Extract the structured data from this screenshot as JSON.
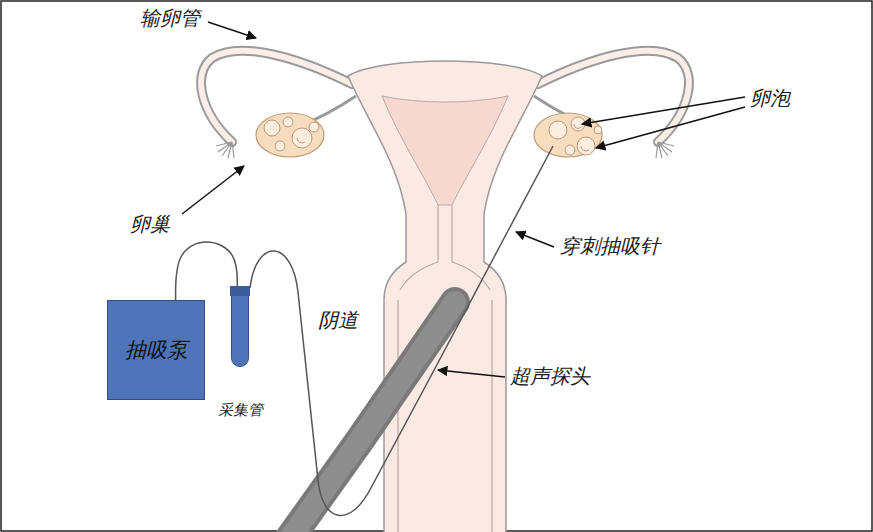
{
  "diagram": {
    "nodes": [
      {
        "text": [
          "抽吸泵"
        ]
      },
      {
        "text": [
          "采集管"
        ]
      }
    ],
    "edges": [
      {
        "from": 0,
        "to": 1,
        "arrow": "none"
      }
    ],
    "labels": [
      "输卵管",
      "卵泡",
      "卵巢",
      "穿刺抽吸针",
      "阴道",
      "超声探头"
    ]
  }
}
